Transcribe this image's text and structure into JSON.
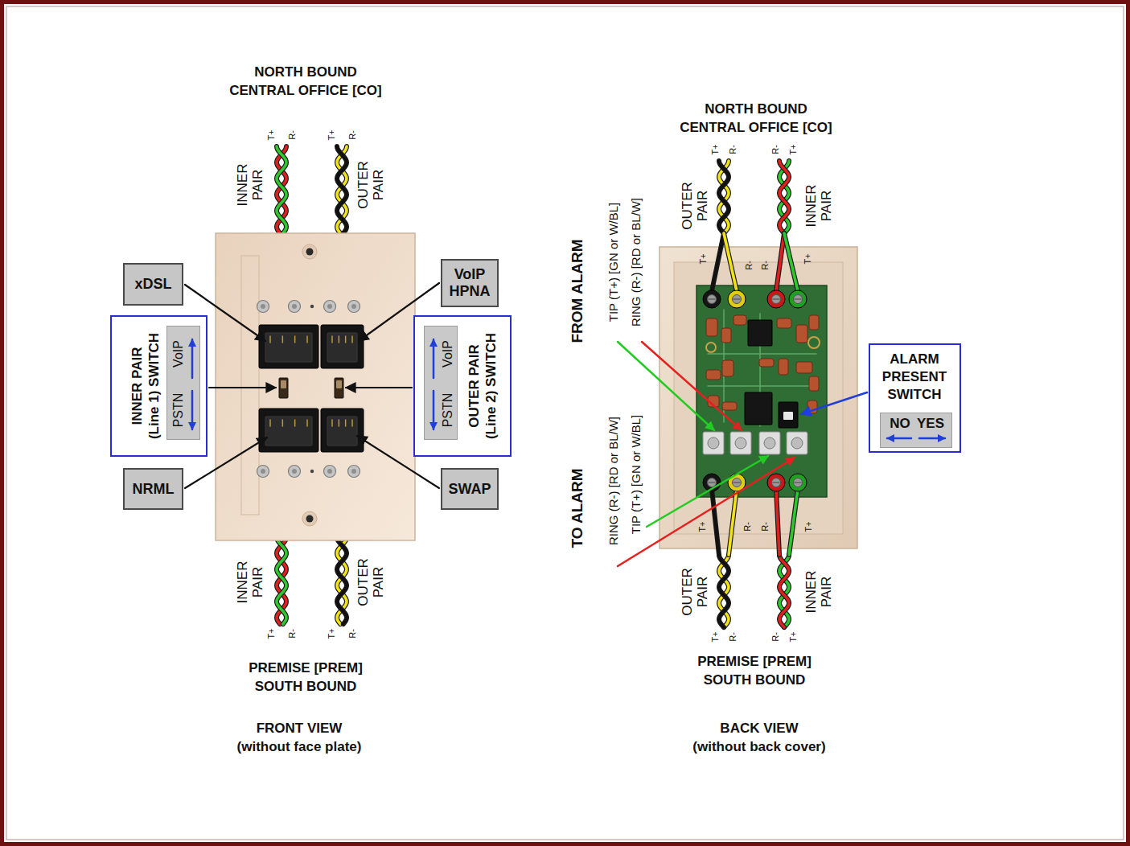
{
  "diagram": {
    "nodes": [
      {
        "text": [
          "xDSL"
        ]
      },
      {
        "text": [
          "VoIP HPNA"
        ]
      },
      {
        "text": [
          "INNER PAIR (Line 1) SWITCH"
        ]
      },
      {
        "text": [
          "PSTN",
          "VoIP"
        ],
        "in": 2
      },
      {
        "text": [
          "OUTER PAIR (Line 2) SWITCH"
        ]
      },
      {
        "text": [
          "PSTN",
          "VoIP"
        ],
        "in": 4
      },
      {
        "text": [
          "NRML"
        ]
      },
      {
        "text": [
          "SWAP"
        ]
      },
      {
        "text": [
          "ALARM PRESENT SWITCH"
        ]
      },
      {
        "text": [
          "NO",
          "YES"
        ],
        "in": 8
      }
    ],
    "labels": [
      "NORTH BOUND CENTRAL OFFICE [CO]",
      "NORTH BOUND CENTRAL OFFICE [CO]",
      "T+",
      "R-",
      "T+",
      "R-",
      "INNER PAIR",
      "OUTER PAIR",
      "T+",
      "R-",
      "R-",
      "T+",
      "OUTER PAIR",
      "INNER PAIR",
      "FROM ALARM",
      "TIP (T+) [GN or W/BL]",
      "RING (R-) [RD or BL/W]",
      "T+",
      "R-",
      "R-",
      "T+",
      "TO ALARM",
      "RING (R-) [RD or BL/W]",
      "TIP (T+) [GN or W/BL]",
      "T+",
      "R-",
      "R-",
      "T+",
      "INNER PAIR",
      "OUTER PAIR",
      "T+",
      "R-",
      "T+",
      "R-",
      "OUTER PAIR",
      "INNER PAIR",
      "T+",
      "R-",
      "R-",
      "T+",
      "PREMISE [PREM] SOUTH BOUND",
      "PREMISE [PREM] SOUTH BOUND",
      "FRONT VIEW (without face plate)",
      "BACK VIEW (without back cover)"
    ]
  }
}
